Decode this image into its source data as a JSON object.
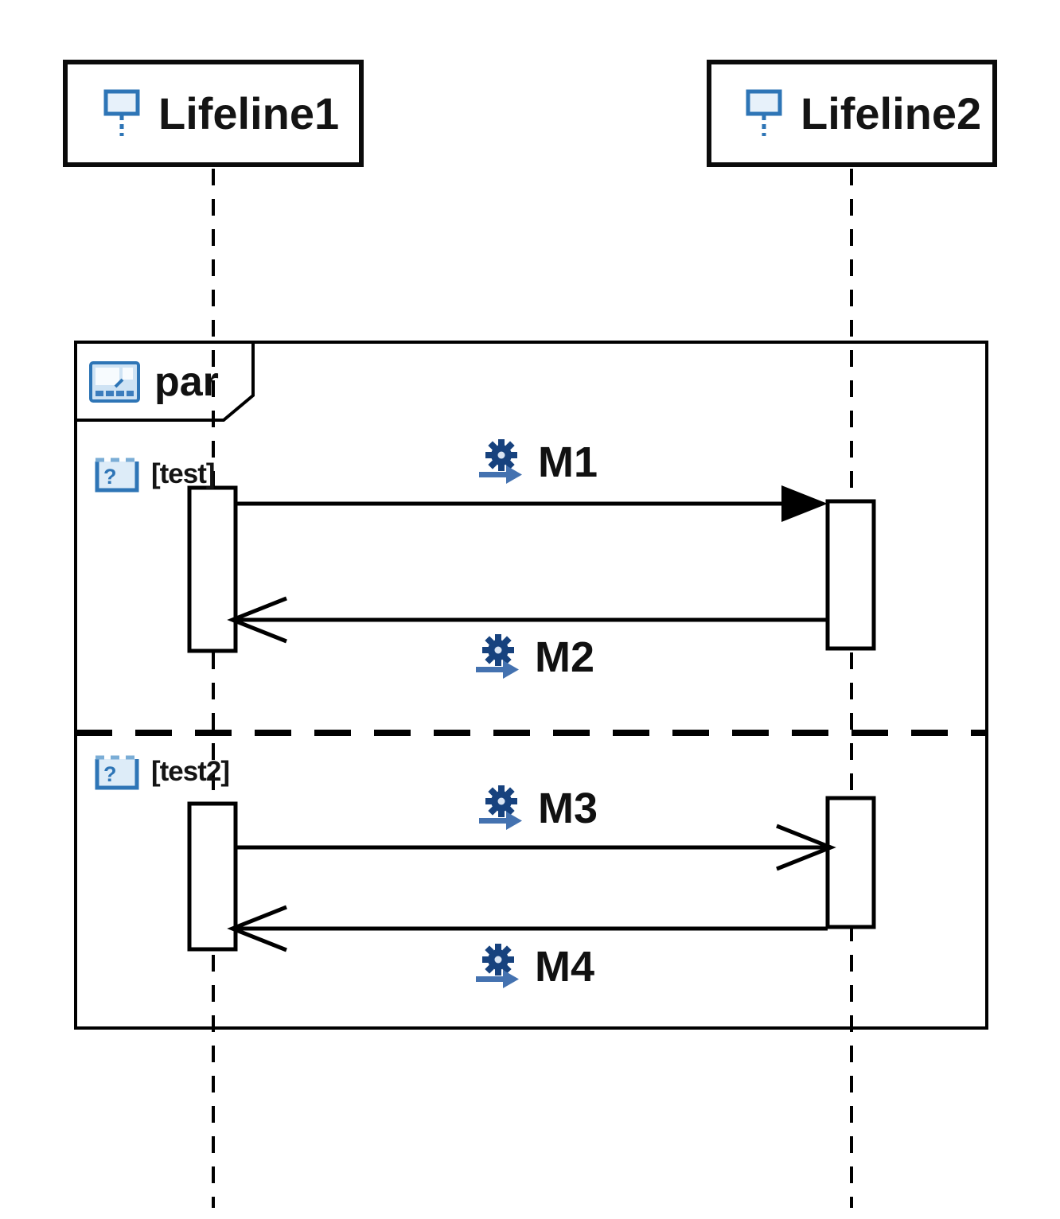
{
  "diagram": {
    "kind": "uml-sequence-diagram",
    "lifelines": [
      {
        "name": "Lifeline1"
      },
      {
        "name": "Lifeline2"
      }
    ],
    "fragment": {
      "operator": "par",
      "operands": [
        {
          "guard": "[test]"
        },
        {
          "guard": "[test2]"
        }
      ]
    },
    "messages": [
      {
        "label": "M1",
        "kind": "sync-call",
        "from": "Lifeline1",
        "to": "Lifeline2"
      },
      {
        "label": "M2",
        "kind": "reply",
        "from": "Lifeline2",
        "to": "Lifeline1"
      },
      {
        "label": "M3",
        "kind": "async-call",
        "from": "Lifeline1",
        "to": "Lifeline2"
      },
      {
        "label": "M4",
        "kind": "reply",
        "from": "Lifeline2",
        "to": "Lifeline1"
      }
    ],
    "colors": {
      "icon_blue": "#2e75b6",
      "icon_fill": "#e7f1fa",
      "icon_navy": "#17427e",
      "icon_arrow_blue": "#4472b0",
      "line": "#000000",
      "background": "#ffffff"
    }
  }
}
